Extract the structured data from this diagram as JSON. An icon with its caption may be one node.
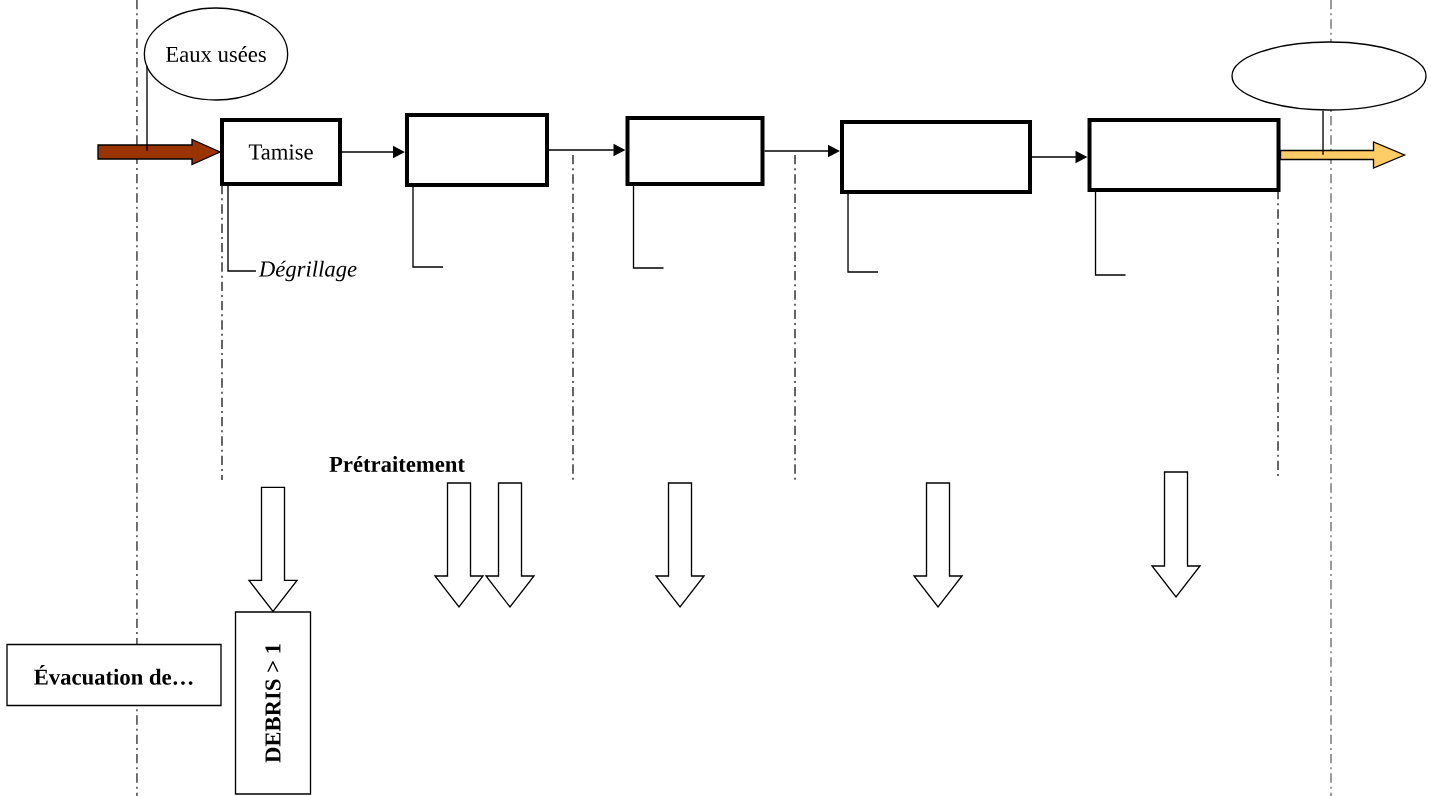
{
  "diagram": {
    "nodes": [
      {
        "text": [
          "Eaux usées"
        ]
      },
      {
        "text": [
          "Tamise"
        ]
      },
      {
        "text": [],
        "shape": "box"
      },
      {
        "text": [],
        "shape": "box"
      },
      {
        "text": [],
        "shape": "box"
      },
      {
        "text": [],
        "shape": "box"
      },
      {
        "text": [],
        "shape": "ellipse"
      },
      {
        "text": [
          "Dégrillage"
        ]
      },
      {
        "text": [
          "Évacuation de…"
        ]
      },
      {
        "text": [
          "DEBRIS > 1"
        ]
      }
    ],
    "edges": [
      {
        "from": 1,
        "to": 2,
        "arrow": "to"
      },
      {
        "from": 2,
        "to": 3,
        "arrow": "to"
      },
      {
        "from": 3,
        "to": 4,
        "arrow": "to"
      },
      {
        "from": 4,
        "to": 5,
        "arrow": "to"
      },
      {
        "from": null,
        "to": 1,
        "arrow": "to",
        "style": "thick",
        "color": "#993300"
      },
      {
        "from": 5,
        "to": null,
        "arrow": "to",
        "style": "thick",
        "color": "#ffcc66"
      },
      {
        "from": null,
        "to": 9,
        "arrow": "to",
        "style": "thick"
      },
      {
        "from": 0,
        "to": null,
        "arrow": "none"
      },
      {
        "from": 6,
        "to": null,
        "arrow": "none"
      },
      {
        "from": 1,
        "to": 7,
        "arrow": "none"
      },
      {
        "from": 2,
        "to": null,
        "arrow": "none"
      },
      {
        "from": 3,
        "to": null,
        "arrow": "none"
      },
      {
        "from": 4,
        "to": null,
        "arrow": "none"
      },
      {
        "from": 5,
        "to": null,
        "arrow": "none"
      }
    ],
    "labels": [
      "Prétraitement"
    ]
  }
}
